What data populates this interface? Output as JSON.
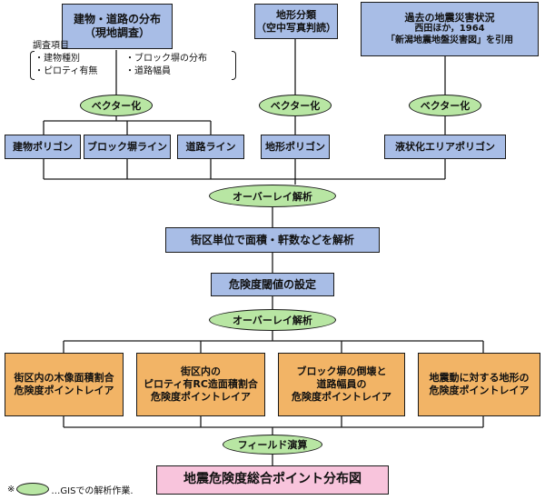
{
  "sources": {
    "buildings": {
      "line1": "建物・道路の分布",
      "line2": "（現地調査）"
    },
    "terrain": {
      "line1": "地形分類",
      "line2": "（空中写真判読）"
    },
    "disaster": {
      "line1": "過去の地震災害状況",
      "line2": "西田ほか，1964",
      "line3": "「新潟地震地盤災害図」を引用"
    }
  },
  "survey_items": {
    "title": "調査項目",
    "item1": "・建物種別",
    "item2": "・ブロック塀の分布",
    "item3": "・ピロティ有無",
    "item4": "・道路幅員"
  },
  "vectorize_label": "ベクター化",
  "polygons": {
    "building": "建物ポリゴン",
    "block_wall": "ブロック塀ライン",
    "road": "道路ライン",
    "terrain": "地形ポリゴン",
    "liquefaction": "液状化エリアポリゴン"
  },
  "overlay_label": "オーバーレイ解析",
  "block_analysis": "街区単位で面積・軒数などを解析",
  "threshold": "危険度閾値の設定",
  "layers": {
    "wood": {
      "line1": "街区内の木像面積割合",
      "line2": "危険度ポイントレイア"
    },
    "piloti": {
      "line1": "街区内の",
      "line2": "ピロティ有RC造面積割合",
      "line3": "危険度ポイントレイア"
    },
    "block": {
      "line1": "ブロック塀の倒壊と",
      "line2": "道路幅員の",
      "line3": "危険度ポイントレイア"
    },
    "terrain": {
      "line1": "地震動に対する地形の",
      "line2": "危険度ポイントレイア"
    }
  },
  "field_calc": "フィールド演算",
  "final": "地震危険度総合ポイント分布図",
  "legend": {
    "mark": "※",
    "text": "…GISでの解析作業."
  }
}
